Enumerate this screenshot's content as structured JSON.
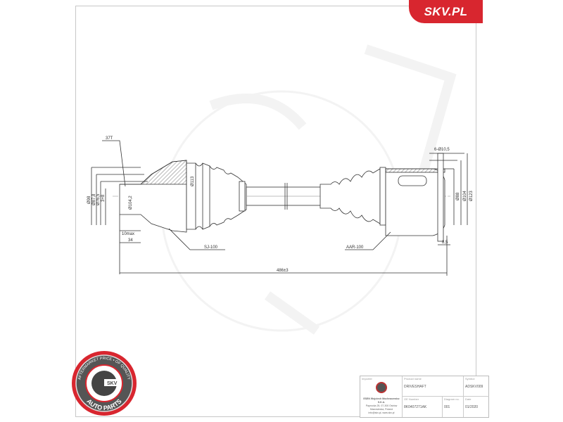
{
  "brand": {
    "label": "SKV.PL",
    "color": "#d8262f"
  },
  "drawing": {
    "part_type": "drive shaft",
    "dimensions": {
      "spline_left": "37T",
      "dia_left_outer": "Ø98",
      "dia_left_2": "Ø87,8",
      "dia_left_3": "Ø76,5",
      "dia_left_4": "3+8",
      "dia_left_bore": "Ø104,2",
      "dia_boot_left": "Ø113",
      "length_10max": "10max",
      "length_34": "34",
      "boot_left": "SJ-100",
      "boot_right": "AAR-100",
      "total_length": "486±3",
      "bolt_holes": "6-Ø10,5",
      "dia_right_1": "Ø88",
      "dia_right_2": "Ø104",
      "dia_right_3": "Ø123",
      "flange_thickness": "8,5"
    }
  },
  "badge": {
    "top_text": "AFTERMARKET PRICE • OF QUALITY",
    "center_text": "SKV",
    "bottom_text": "AUTO PARTS",
    "accent_color": "#d8262f"
  },
  "title_block": {
    "company_label": "Importer",
    "company_name": "ESEN Wojciech Mochnacewicz S.K.A.",
    "company_address": "Paprocka 25, 07-300 Ostrów Mazowiecka, Poland",
    "company_contact": "info@skv.pl, www.skv.pl",
    "product_name_label": "Product name",
    "product_name": "DRIVESHAFT",
    "symbol_label": "Symbol",
    "symbol": "ADSKV009",
    "oe_label": "OE Number",
    "oe_number": "8K0407271AK",
    "diagram_no_label": "Diagram no.",
    "diagram_no": "001",
    "date_label": "Date",
    "date": "01/2020"
  }
}
